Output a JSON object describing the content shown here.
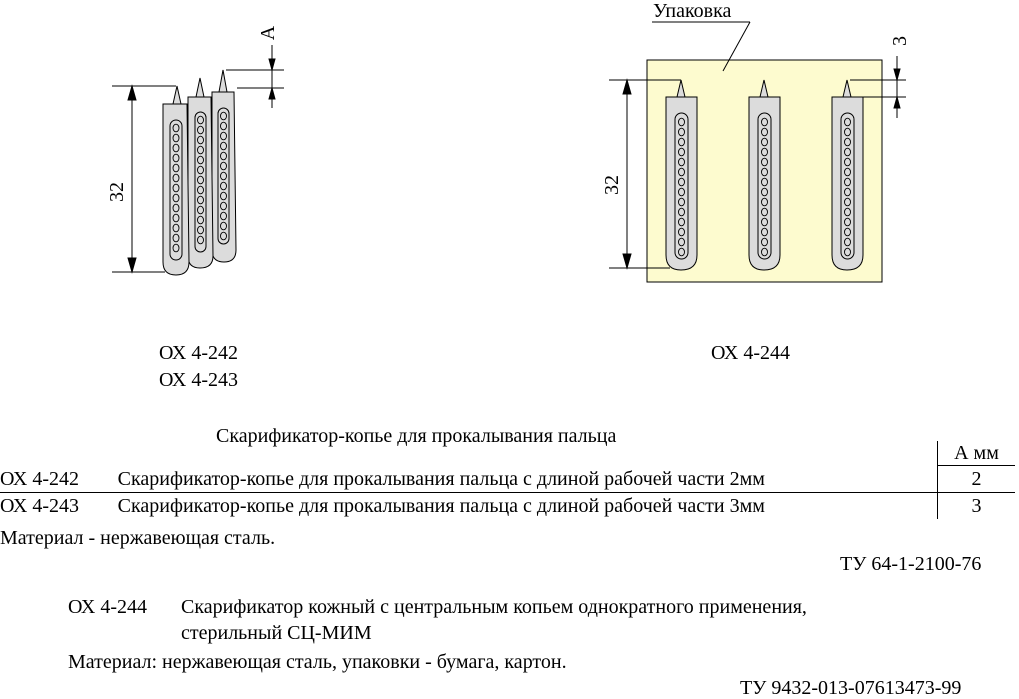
{
  "drawing_left": {
    "dimension_length": "32",
    "dimension_a": "A",
    "caption_lines": [
      "ОХ 4-242",
      "ОХ 4-243"
    ]
  },
  "drawing_right": {
    "package_label": "Упаковка",
    "dimension_length": "32",
    "dimension_tip": "3",
    "caption": "ОХ 4-244"
  },
  "colors": {
    "needle_fill": "#dcdcdc",
    "package_fill": "#fdfbcf",
    "line": "#000000"
  },
  "section_title": "Скарификатор-копье для прокалывания пальца",
  "table": {
    "header_a": "А мм",
    "rows": [
      {
        "code": "ОХ 4-242",
        "description": "Скарификатор-копье для прокалывания пальца с длиной рабочей части 2мм",
        "a": "2"
      },
      {
        "code": "ОХ 4-243",
        "description": "Скарификатор-копье для прокалывания пальца с длиной рабочей части 3мм",
        "a": "3"
      }
    ]
  },
  "material_1": "Материал - нержавеющая сталь.",
  "tu_1": "ТУ 64-1-2100-76",
  "product_244": {
    "code": "ОХ 4-244",
    "line1": "Скарификатор кожный с центральным копьем однократного применения,",
    "line2": "стерильный СЦ-МИМ",
    "material": "Материал: нержавеющая сталь, упаковки - бумага, картон."
  },
  "tu_2": "ТУ 9432-013-07613473-99"
}
